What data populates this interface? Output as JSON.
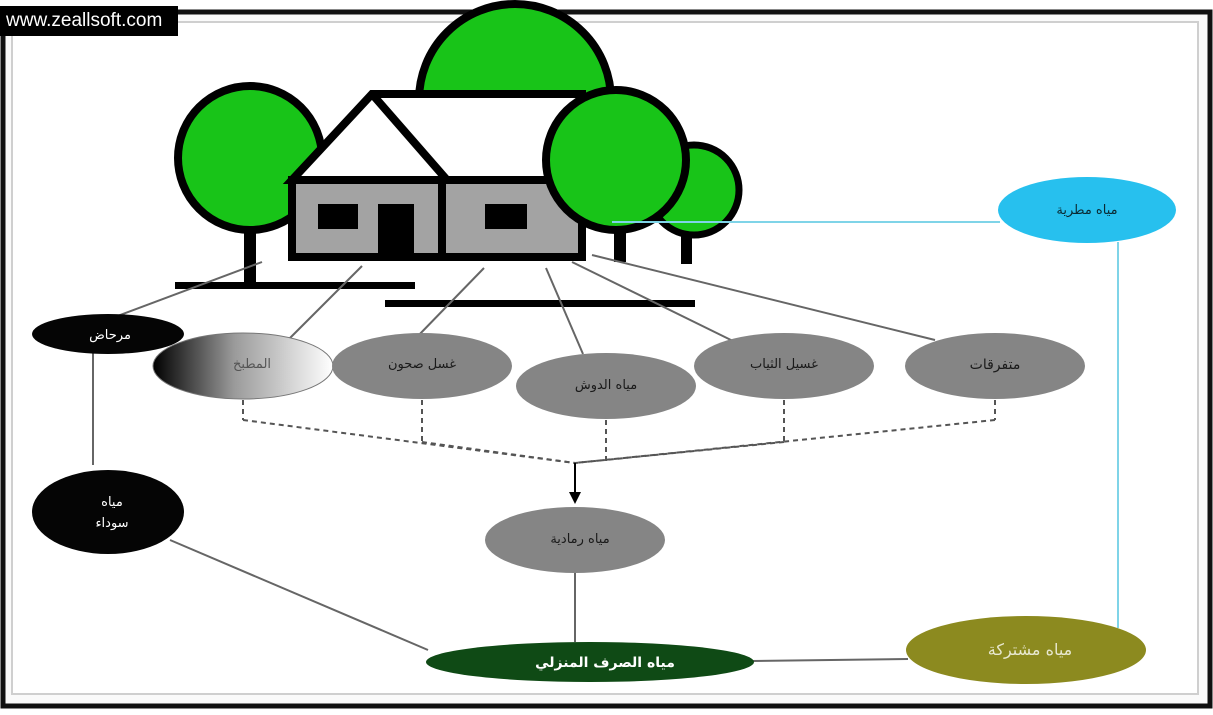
{
  "watermark": "www.zeallsoft.com",
  "nodes": {
    "toilet": "مرحاض",
    "kitchen": "المطبخ",
    "dishwashing": "غسل صحون",
    "shower": "مياه الدوش",
    "laundry": "غسيل الثياب",
    "misc": "متفرقات",
    "rain": "مياه مطرية",
    "black_water_1": "مياه",
    "black_water_2": "سوداء",
    "grey_water": "مياه رمادية",
    "household_sewage": "مياه الصرف المنزلي",
    "combined_water": "مياه مشتركة"
  },
  "colors": {
    "black_node": "#050505",
    "grey_node": "#858585",
    "rain_node": "#27c0ee",
    "combined_node": "#8c8a1f",
    "sewage_node": "#0f4a15",
    "tree_green": "#18c418",
    "house_grey": "#a3a3a3",
    "connector": "#666666",
    "rain_line": "#7fd4e8"
  },
  "icons": [
    "house-icon",
    "tree-icon"
  ]
}
